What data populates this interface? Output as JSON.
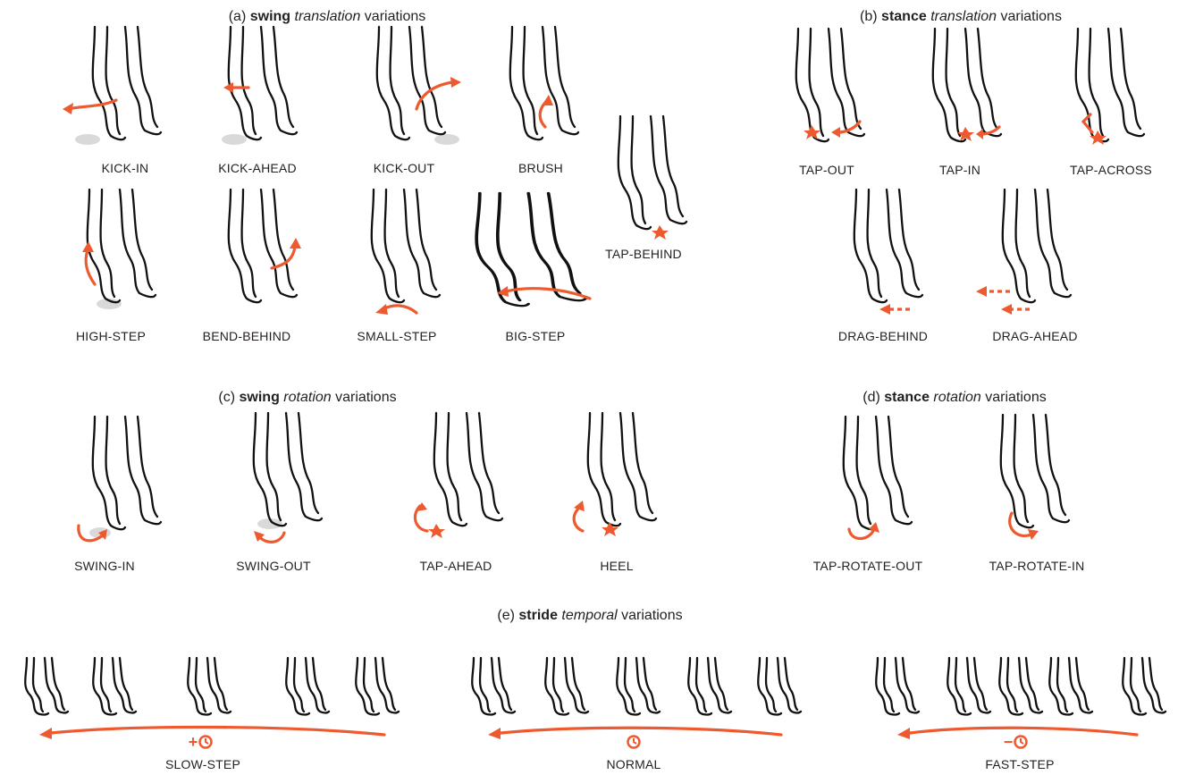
{
  "colors": {
    "grid": "#8fd3e1",
    "accent": "#ee5a2f",
    "ink": "#231f20"
  },
  "sections": {
    "a": {
      "prefix": "(a) ",
      "bold": "swing",
      "italic": "translation",
      "suffix": " variations"
    },
    "b": {
      "prefix": "(b) ",
      "bold": "stance",
      "italic": "translation",
      "suffix": " variations"
    },
    "c": {
      "prefix": "(c) ",
      "bold": "swing",
      "italic": "rotation",
      "suffix": " variations"
    },
    "d": {
      "prefix": "(d) ",
      "bold": "stance",
      "italic": "rotation",
      "suffix": " variations"
    },
    "e": {
      "prefix": "(e) ",
      "bold": "stride",
      "italic": "temporal",
      "suffix": " variations"
    }
  },
  "labels": {
    "kick_in": "KICK-IN",
    "kick_ahead": "KICK-AHEAD",
    "kick_out": "KICK-OUT",
    "brush": "BRUSH",
    "tap_behind": "TAP-BEHIND",
    "high_step": "HIGH-STEP",
    "bend_behind": "BEND-BEHIND",
    "small_step": "SMALL-STEP",
    "big_step": "BIG-STEP",
    "tap_out": "TAP-OUT",
    "tap_in": "TAP-IN",
    "tap_across": "TAP-ACROSS",
    "drag_behind": "DRAG-BEHIND",
    "drag_ahead": "DRAG-AHEAD",
    "swing_in": "SWING-IN",
    "swing_out": "SWING-OUT",
    "tap_ahead": "TAP-AHEAD",
    "heel": "HEEL",
    "tap_rotate_out": "TAP-ROTATE-OUT",
    "tap_rotate_in": "TAP-ROTATE-IN",
    "slow_step": "SLOW-STEP",
    "normal": "NORMAL",
    "fast_step": "FAST-STEP"
  },
  "stride_signs": {
    "slow": "+",
    "fast": "−"
  }
}
